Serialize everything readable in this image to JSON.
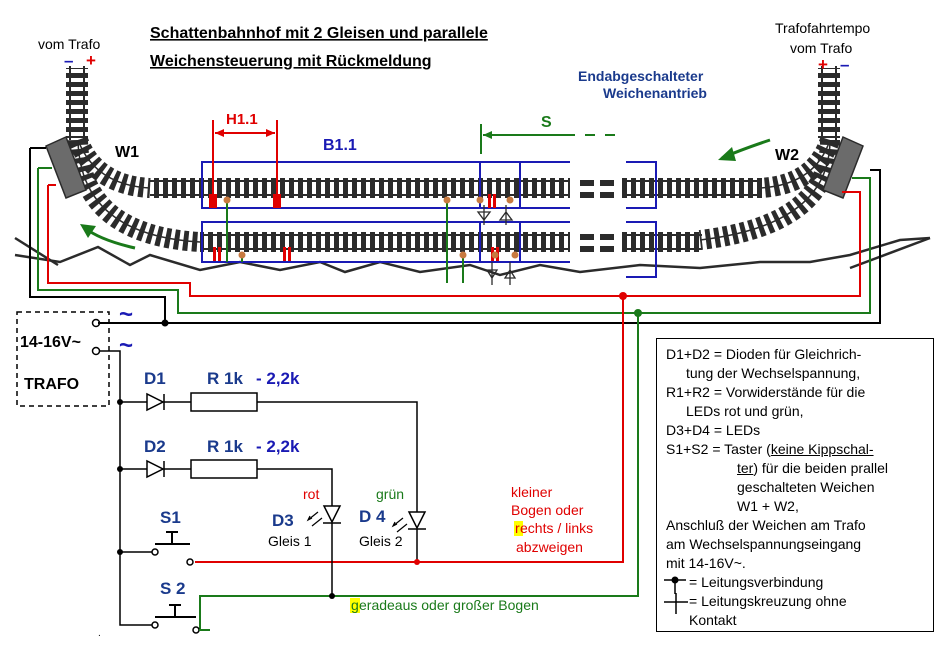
{
  "title": {
    "line1": "Schattenbahnhof mit  2 Gleisen und parallele",
    "line2": "Weichensteuerung mit Rückmeldung"
  },
  "labels": {
    "vom_trafo_left": "vom Trafo",
    "minus_left": "–",
    "plus_left": "+",
    "trafofahrtempo": "Trafofahrtempo",
    "vom_trafo_right": "vom Trafo",
    "plus_right": "+",
    "minus_right": "–",
    "endabgeschaltet_1": "Endabgeschalteter",
    "endabgeschaltet_2": "Weichenantrieb",
    "w1": "W1",
    "w2": "W2",
    "h11": "H1.1",
    "b11": "B1.1",
    "s": "S",
    "tilde1": "~",
    "tilde2": "~",
    "voltage": "14-16V~",
    "trafo": "TRAFO",
    "d1": "D1",
    "d2": "D2",
    "r1": "R 1k",
    "r1_alt": "- 2,2k",
    "r2": "R 1k",
    "r2_alt": "- 2,2k",
    "rot": "rot",
    "gruen": "grün",
    "d3": "D3",
    "d4": "D 4",
    "gleis1": "Gleis 1",
    "gleis2": "Gleis 2",
    "s1": "S1",
    "s2": "S 2",
    "kleiner_1": "kleiner",
    "kleiner_2": "Bogen oder",
    "kleiner_3_hl": "r",
    "kleiner_3": "echts / links",
    "kleiner_4": "abzweigen",
    "geradeaus_hl": "g",
    "geradeaus": "eradeaus oder großer Bogen"
  },
  "legend": {
    "l1": "D1+D2 = Dioden für Gleichrich-",
    "l2": "tung der Wechselspannung,",
    "l3": "R1+R2 = Vorwiderstände für die",
    "l4": "LEDs rot und grün,",
    "l5": "D3+D4 = LEDs",
    "l6a": "S1+S2 = Taster (",
    "l6b": "keine Kippschal-",
    "l7a": "ter",
    "l7b": ")  für die beiden prallel",
    "l8": "geschalteten Weichen",
    "l9": "W1 + W2,",
    "l10": "Anschluß der Weichen am Trafo",
    "l11": "am Wechselspannungseingang",
    "l12": "mit 14-16V~.",
    "l13": "= Leitungsverbindung",
    "l14": "= Leitungskreuzung ohne",
    "l15": "Kontakt"
  },
  "colors": {
    "red_wire": "#e00000",
    "green_wire": "#1a7a1a",
    "blue": "#1a1ab4",
    "track_dark": "#2b2b2b",
    "ballast": "#4a4a4a",
    "accent_blue_text": "#1a3a8c",
    "highlight": "#ffff00",
    "brown_dot": "#c87a40"
  }
}
